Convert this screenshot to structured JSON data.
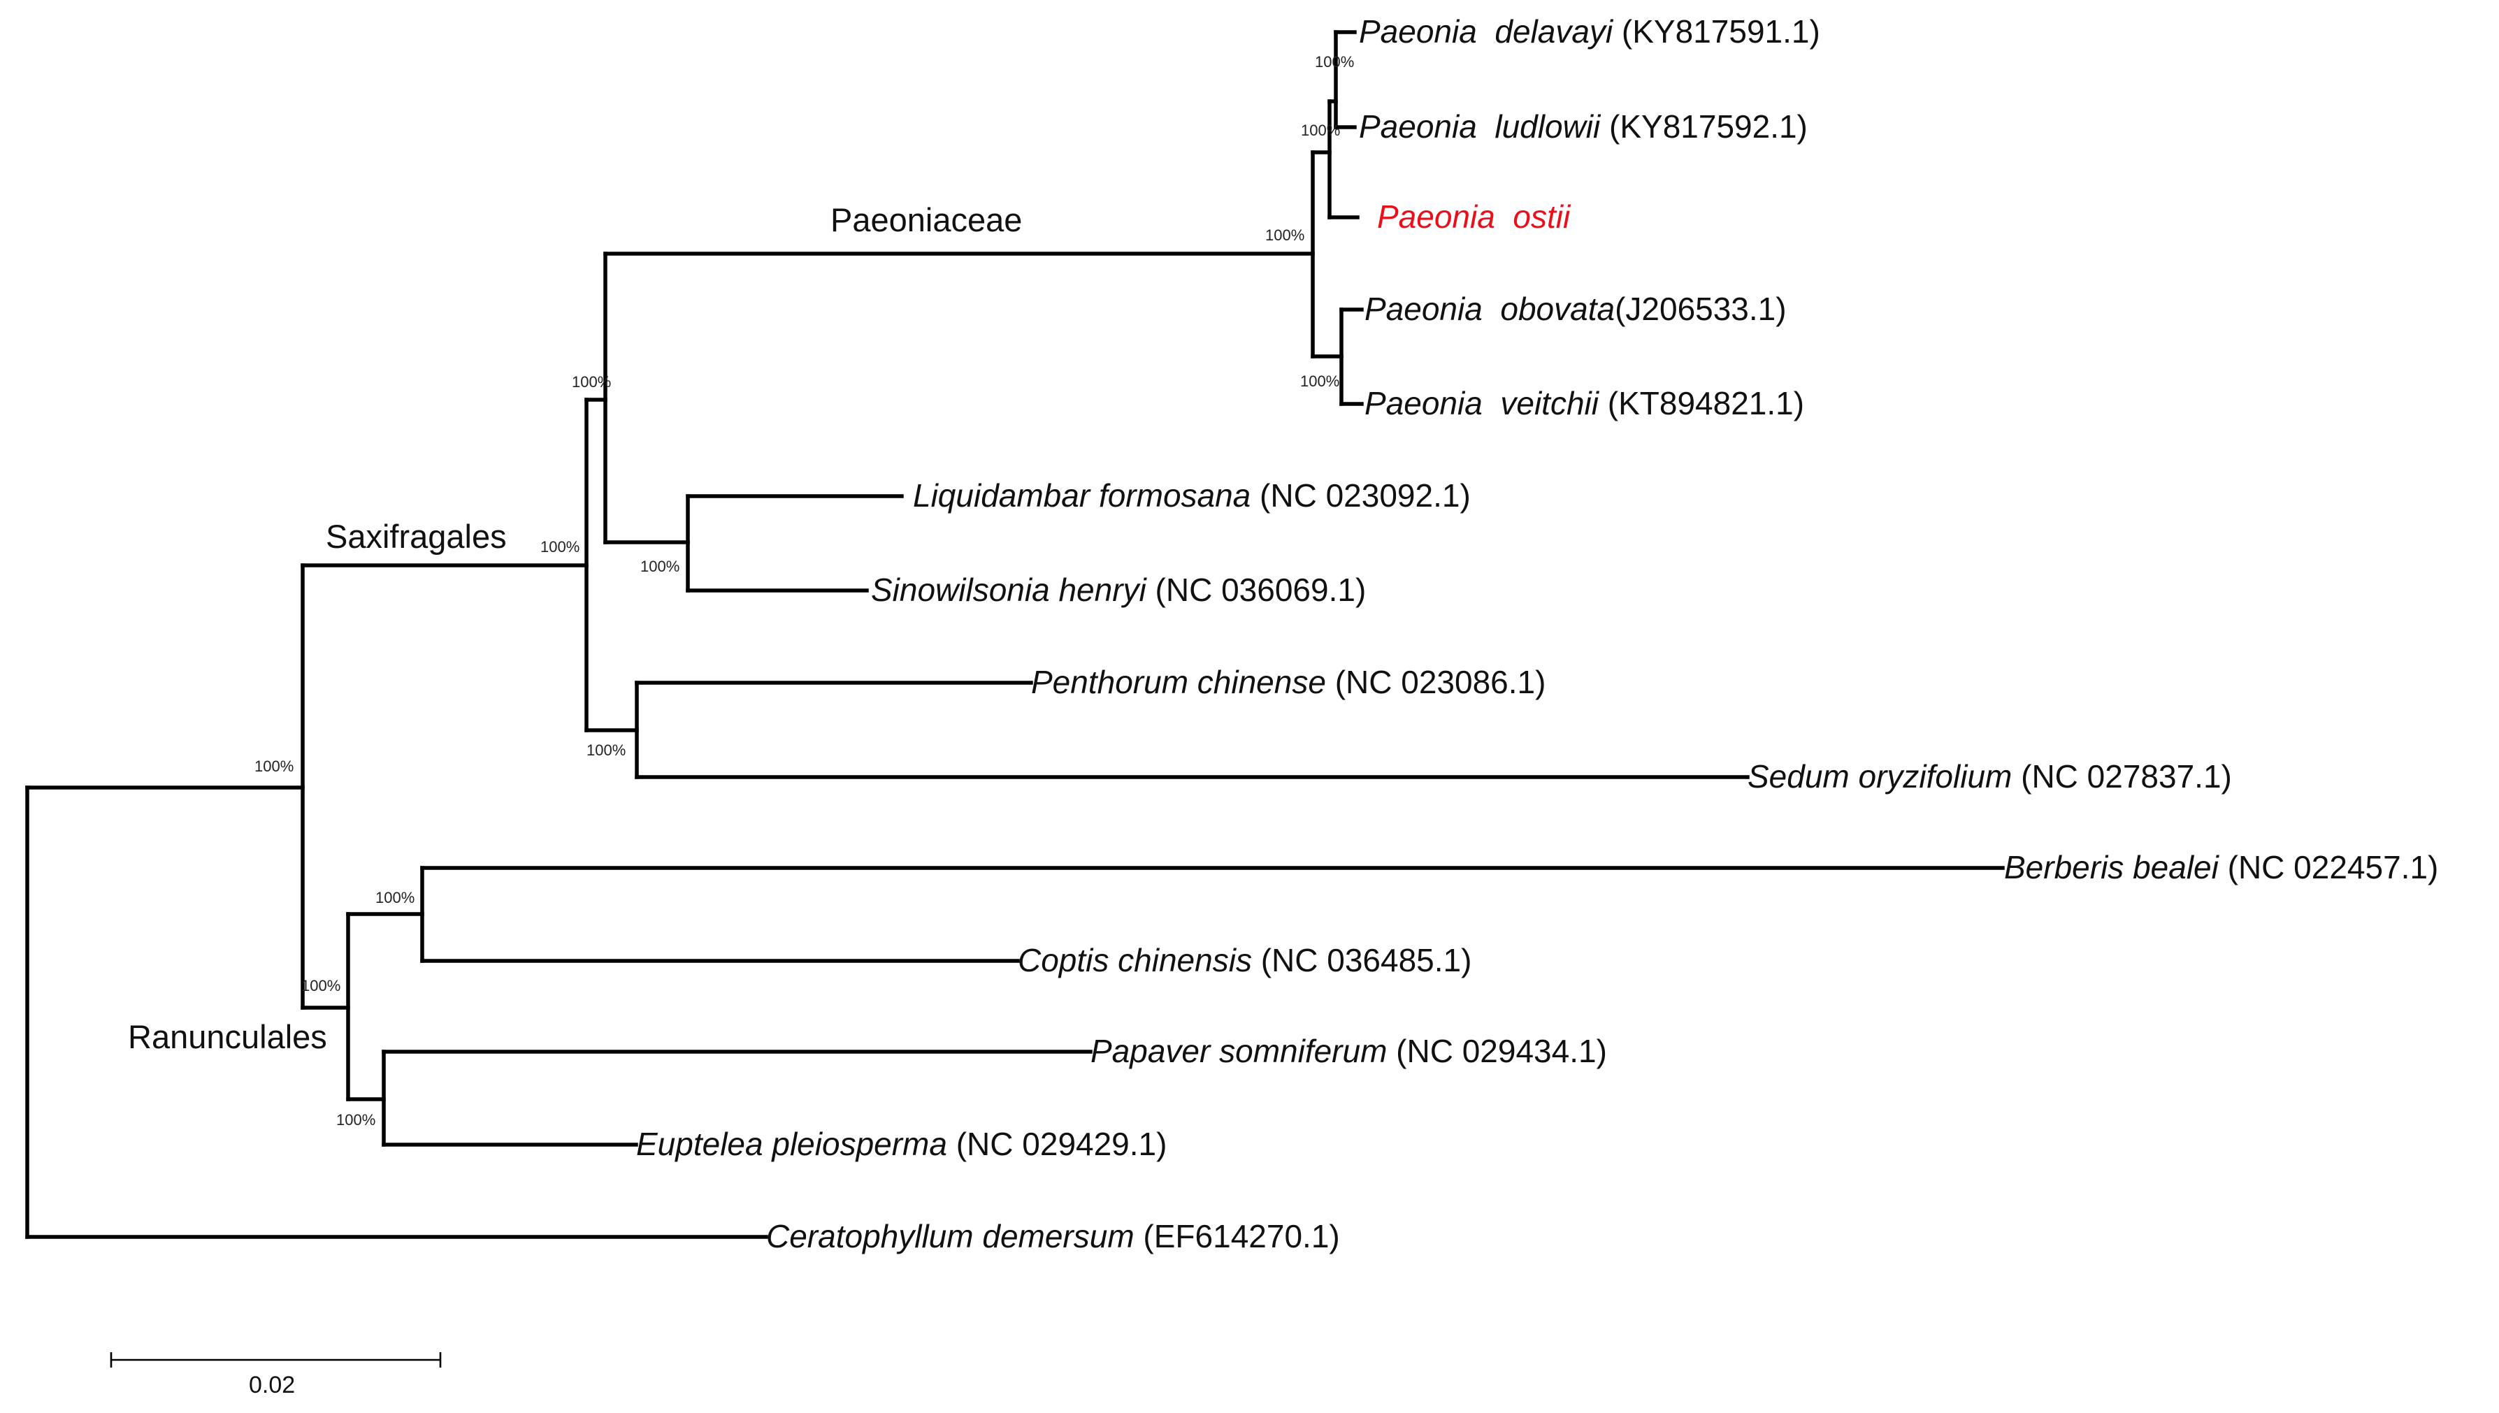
{
  "leaves": [
    {
      "species": "Paeonia  delavayi",
      "accession": " (KY817591.1)",
      "highlight": false
    },
    {
      "species": "Paeonia  ludlowii",
      "accession": " (KY817592.1)",
      "highlight": false
    },
    {
      "species": "Paeonia  ostii",
      "accession": "",
      "highlight": true
    },
    {
      "species": "Paeonia  obovata",
      "accession": "(J206533.1)",
      "highlight": false
    },
    {
      "species": "Paeonia  veitchii",
      "accession": " (KT894821.1)",
      "highlight": false
    },
    {
      "species": "Liquidambar formosana",
      "accession": " (NC 023092.1)",
      "highlight": false
    },
    {
      "species": "Sinowilsonia henryi",
      "accession": " (NC 036069.1)",
      "highlight": false
    },
    {
      "species": "Penthorum chinense",
      "accession": " (NC 023086.1)",
      "highlight": false
    },
    {
      "species": "Sedum oryzifolium",
      "accession": " (NC 027837.1)",
      "highlight": false
    },
    {
      "species": "Berberis bealei",
      "accession": " (NC 022457.1)",
      "highlight": false
    },
    {
      "species": "Coptis chinensis",
      "accession": " (NC 036485.1)",
      "highlight": false
    },
    {
      "species": "Papaver somniferum",
      "accession": " (NC 029434.1)",
      "highlight": false
    },
    {
      "species": "Euptelea pleiosperma",
      "accession": " (NC 029429.1)",
      "highlight": false
    },
    {
      "species": "Ceratophyllum demersum",
      "accession": " (EF614270.1)",
      "highlight": false
    }
  ],
  "clade_labels": {
    "paeoniaceae": "Paeoniaceae",
    "saxifragales": "Saxifragales",
    "ranunculales": "Ranunculales"
  },
  "bootstrap": {
    "delavayi_ludlowii": "100%",
    "paeonia_core": "100%",
    "paeoniaceae": "100%",
    "obovata_veitchii": "100%",
    "saxifragales_inner": "100%",
    "liquidambar_sinowilsonia": "100%",
    "saxifragales": "100%",
    "penthorum_sedum": "100%",
    "ingroup": "100%",
    "berberis_coptis": "100%",
    "ranunculales": "100%",
    "papaver_euptelea": "100%"
  },
  "scale_bar": {
    "label": "0.02"
  },
  "colors": {
    "branch": "#000000",
    "highlight": "#e8101b",
    "text": "#111111"
  }
}
